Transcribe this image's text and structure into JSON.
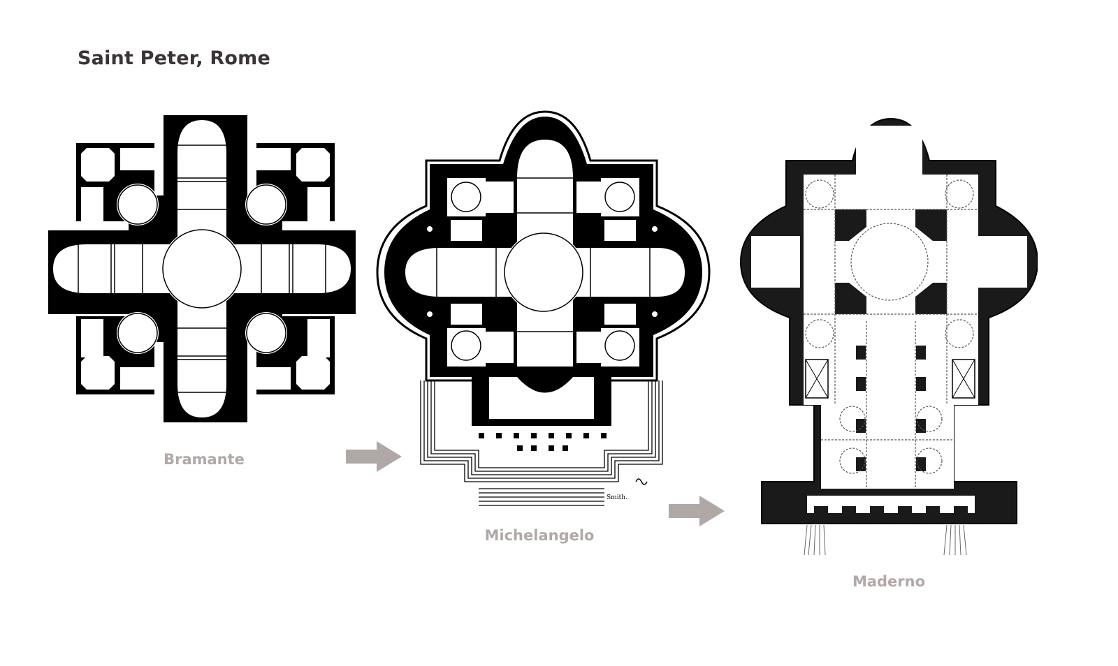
{
  "title": "Saint Peter, Rome",
  "plans": [
    {
      "label": "Bramante"
    },
    {
      "label": "Michelangelo"
    },
    {
      "label": "Maderno"
    }
  ],
  "michelangelo_signature": "Smith.",
  "colors": {
    "title": "#3a3434",
    "caption": "#b3a8a8",
    "arrow": "#b0a7a7",
    "ink": "#000000"
  },
  "icons": [
    "arrow-right-icon",
    "arrow-right-icon"
  ]
}
